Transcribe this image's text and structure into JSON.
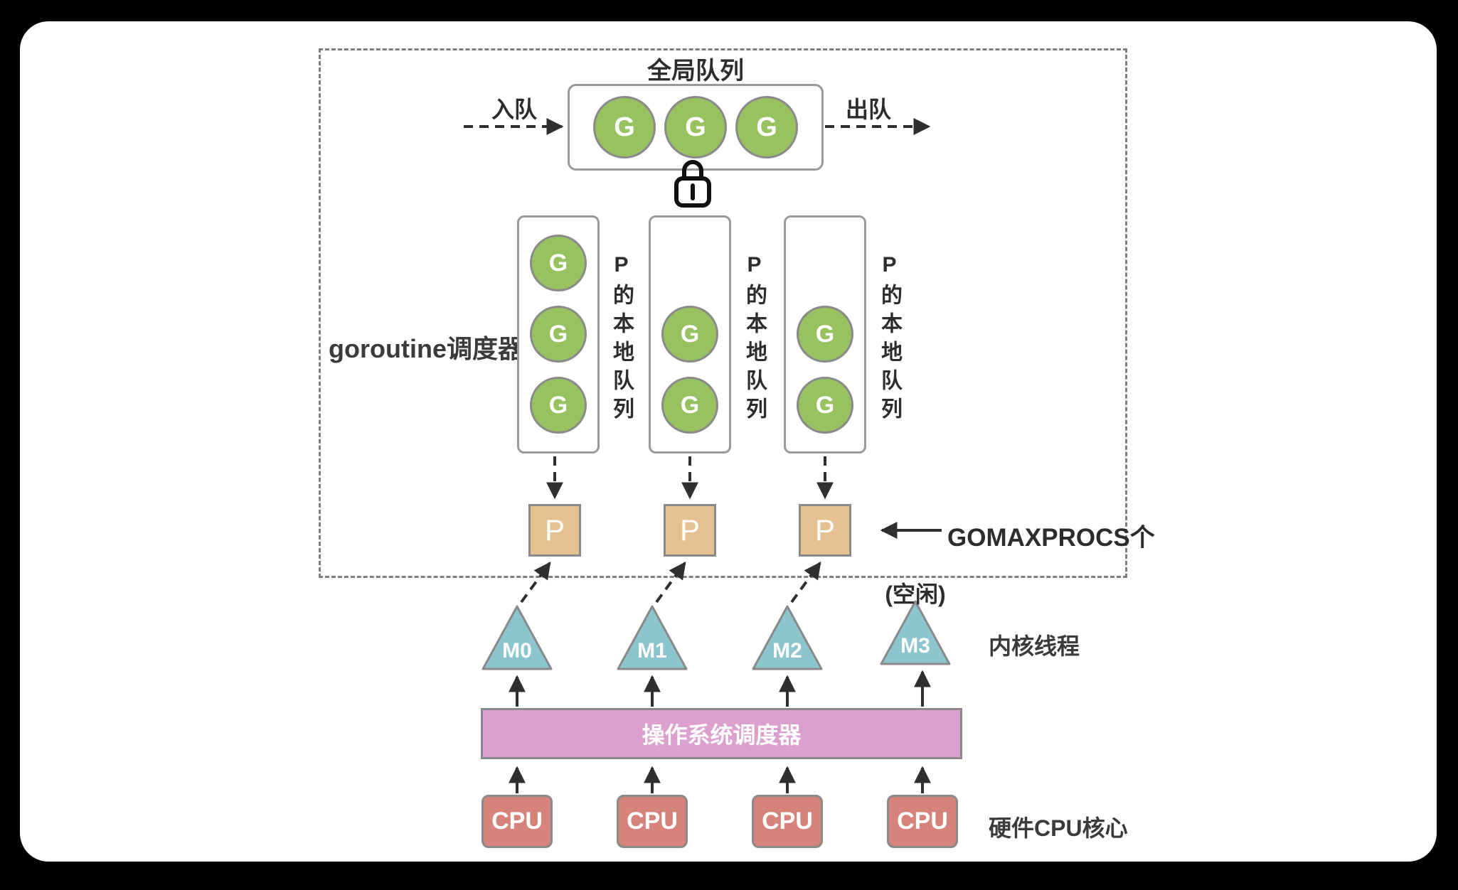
{
  "diagram": {
    "global_queue": {
      "title": "全局队列",
      "enqueue": "入队",
      "dequeue": "出队",
      "goroutines": [
        "G",
        "G",
        "G"
      ]
    },
    "goroutine_scheduler": {
      "label": "goroutine调度器",
      "local_queues": [
        {
          "side_label": "P的本地队列",
          "goroutines": [
            "G",
            "G",
            "G"
          ]
        },
        {
          "side_label": "P的本地队列",
          "goroutines": [
            "G",
            "G"
          ]
        },
        {
          "side_label": "P的本地队列",
          "goroutines": [
            "G",
            "G"
          ]
        }
      ],
      "processors": [
        "P",
        "P",
        "P"
      ],
      "gomaxprocs_label": "GOMAXPROCS个"
    },
    "kernel_threads": {
      "label": "内核线程",
      "idle_label": "(空闲)",
      "machines": [
        "M0",
        "M1",
        "M2",
        "M3"
      ]
    },
    "os_layer": {
      "scheduler_label": "操作系统调度器",
      "cpus": [
        "CPU",
        "CPU",
        "CPU",
        "CPU"
      ],
      "hardware_label": "硬件CPU核心"
    }
  },
  "colors": {
    "goroutine_green": "#97c25f",
    "processor_tan": "#e5c192",
    "thread_teal": "#8cc5cd",
    "os_scheduler_pink": "#dba0cd",
    "cpu_salmon": "#d6837b",
    "shape_border_gray": "#8a8a8a",
    "dashed_border_gray": "#7f7f7f",
    "arrow_dark": "#2f2f2f"
  }
}
